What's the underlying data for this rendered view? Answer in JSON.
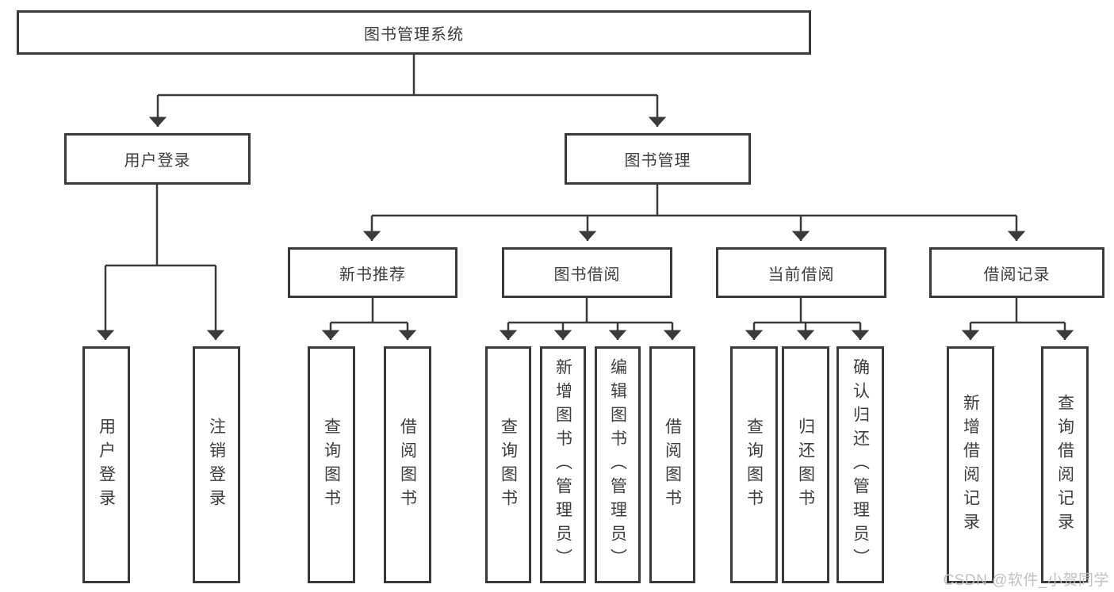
{
  "diagram": {
    "title": "图书管理系统",
    "root": {
      "label": "图书管理系统"
    },
    "level2": [
      {
        "id": "user-login",
        "label": "用户登录"
      },
      {
        "id": "book-management",
        "label": "图书管理"
      }
    ],
    "level3": [
      {
        "id": "new-book-recommend",
        "label": "新书推荐"
      },
      {
        "id": "book-borrow",
        "label": "图书借阅"
      },
      {
        "id": "current-borrow",
        "label": "当前借阅"
      },
      {
        "id": "borrow-records",
        "label": "借阅记录"
      }
    ],
    "leaves": [
      {
        "parent": "user-login",
        "label": "用户登录"
      },
      {
        "parent": "user-login",
        "label": "注销登录"
      },
      {
        "parent": "new-book-recommend",
        "label": "查询图书"
      },
      {
        "parent": "new-book-recommend",
        "label": "借阅图书"
      },
      {
        "parent": "book-borrow",
        "label": "查询图书"
      },
      {
        "parent": "book-borrow",
        "label": "新增图书（管理员）"
      },
      {
        "parent": "book-borrow",
        "label": "编辑图书（管理员）"
      },
      {
        "parent": "book-borrow",
        "label": "借阅图书"
      },
      {
        "parent": "current-borrow",
        "label": "查询图书"
      },
      {
        "parent": "current-borrow",
        "label": "归还图书"
      },
      {
        "parent": "current-borrow",
        "label": "确认归还（管理员）"
      },
      {
        "parent": "borrow-records",
        "label": "新增借阅记录"
      },
      {
        "parent": "borrow-records",
        "label": "查询借阅记录"
      }
    ]
  },
  "watermark": {
    "text": "CSDN @软件_小贺同学"
  },
  "colors": {
    "line": "#3a3a3a",
    "box_border": "#3a3a3a",
    "text": "#3d3d3d",
    "watermark": "#bebebe",
    "background": "#ffffff"
  }
}
